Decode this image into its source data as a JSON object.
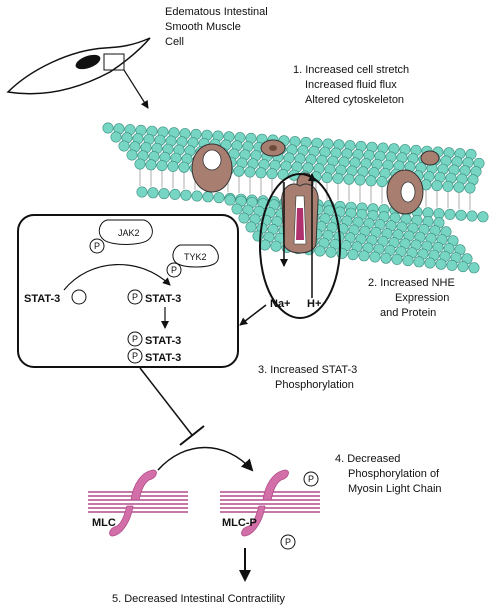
{
  "cell_label": [
    "Edematous Intestinal",
    "Smooth Muscle",
    "Cell"
  ],
  "step1": [
    "1. Increased cell stretch",
    "Increased fluid flux",
    "Altered cytoskeleton"
  ],
  "step2": [
    "2. Increased NHE",
    "Expression",
    "and Protein"
  ],
  "step3": [
    "3. Increased STAT-3",
    "Phosphorylation"
  ],
  "step4": [
    "4. Decreased",
    "Phosphorylation of",
    "Myosin Light Chain"
  ],
  "step5": "5. Decreased Intestinal Contractility",
  "ions": {
    "na": "Na+",
    "h": "H+"
  },
  "signaling": {
    "jak2": "JAK2",
    "tyk2": "TYK2",
    "p": "P",
    "stat3_unphos": "STAT-3",
    "stat3_phos": "STAT-3",
    "dimer": [
      "STAT-3",
      "STAT-3"
    ]
  },
  "mlc": {
    "left_label": "MLC",
    "right_label": "MLC-P"
  },
  "colors": {
    "lipid_head": "#77d6c3",
    "protein": "#a77e70",
    "protein_dark": "#6d4a3a",
    "myosin_pink": "#d36fa8",
    "myosin_dark": "#b34d8a"
  }
}
